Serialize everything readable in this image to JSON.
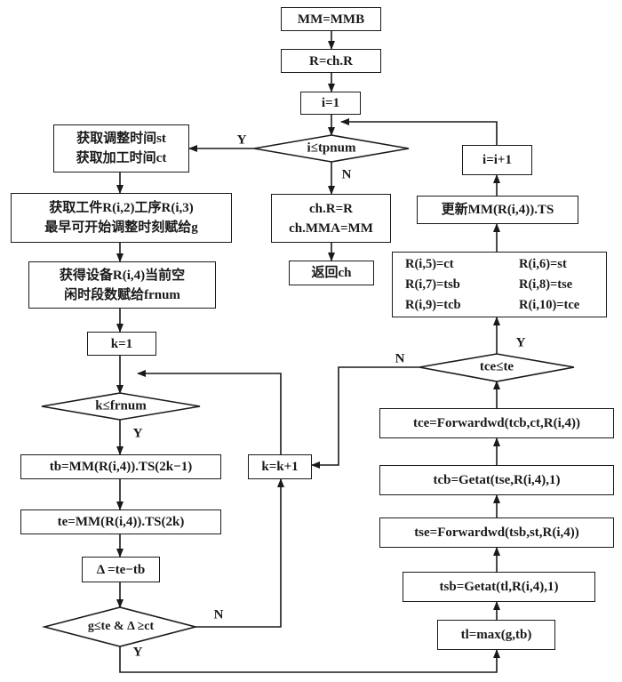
{
  "title": "",
  "nodes": {
    "mm_init": "MM=MMB",
    "r_init": "R=ch.R",
    "i_init": "i=1",
    "cond_i": "i≤tpnum",
    "get_times": [
      "获取调整时间st",
      "获取加工时间ct"
    ],
    "get_g": [
      "获取工件R(i,2)工序R(i,3)",
      "最早可开始调整时刻赋给g"
    ],
    "get_frnum": [
      "获得设备R(i,4)当前空",
      "闲时段数赋给frnum"
    ],
    "k_init": "k=1",
    "cond_k": "k≤frnum",
    "tb_assign": "tb=MM(R(i,4)).TS(2k−1)",
    "te_assign": "te=MM(R(i,4)).TS(2k)",
    "delta_assign": "Δ =te−tb",
    "cond_g": "g≤te & Δ ≥ct",
    "k_inc": "k=k+1",
    "ch_assign": [
      "ch.R=R",
      "ch.MMA=MM"
    ],
    "return_ch": "返回ch",
    "i_inc": "i=i+1",
    "update_ts": "更新MM(R(i,4)).TS",
    "r_assign": [
      "R(i,5)=ct",
      "R(i,6)=st",
      "R(i,7)=tsb",
      "R(i,8)=tse",
      "R(i,9)=tcb",
      "R(i,10)=tce"
    ],
    "cond_tce": "tce≤te",
    "tce_assign": "tce=Forwardwd(tcb,ct,R(i,4))",
    "tcb_assign": "tcb=Getat(tse,R(i,4),1)",
    "tse_assign": "tse=Forwardwd(tsb,st,R(i,4))",
    "tsb_assign": "tsb=Getat(tl,R(i,4),1)",
    "tl_assign": "tl=max(g,tb)"
  },
  "edge_labels": {
    "yes": "Y",
    "no": "N"
  }
}
